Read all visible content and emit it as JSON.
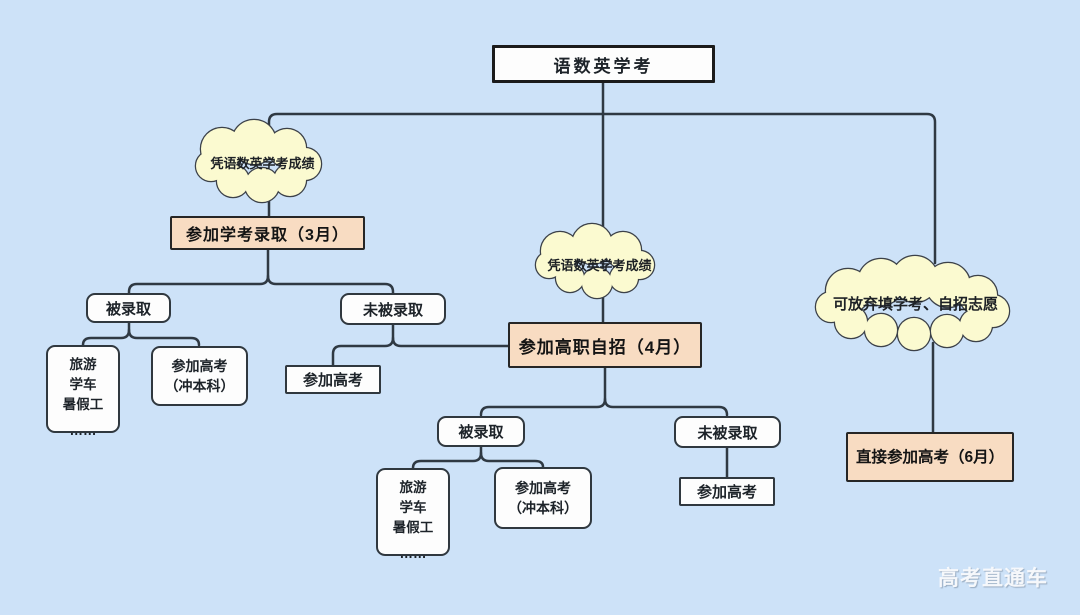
{
  "colors": {
    "background": "#cde2f8",
    "cloud_fill": "#fbfad0",
    "cloud_stroke": "#3c4149",
    "peach_fill": "#f8dcc2",
    "box_fill": "#fdfdfd",
    "line_stroke": "#2f3943",
    "text": "#1d2329"
  },
  "watermark": "高考直通车",
  "nodes": {
    "root": "语数英学考",
    "cloud_left": "凭语数英学考成绩",
    "cloud_mid": "凭语数英学考成绩",
    "cloud_right": "可放弃填学考、自招志愿",
    "march_admission": "参加学考录取（3月）",
    "april_recruitment": "参加高职自招（4月）",
    "june_gaokao": "直接参加高考（6月）",
    "admitted_1": "被录取",
    "not_admitted_1": "未被录取",
    "leisure_1": [
      "旅游",
      "学车",
      "暑假工",
      "……"
    ],
    "bachelor_1": [
      "参加高考",
      "（冲本科）"
    ],
    "gaokao_1": "参加高考",
    "admitted_2": "被录取",
    "not_admitted_2": "未被录取",
    "leisure_2": [
      "旅游",
      "学车",
      "暑假工",
      "……"
    ],
    "bachelor_2": [
      "参加高考",
      "（冲本科）"
    ],
    "gaokao_2": "参加高考"
  },
  "edges": [
    {
      "from": "root",
      "to": "cloud_left"
    },
    {
      "from": "root",
      "to": "cloud_mid"
    },
    {
      "from": "root",
      "to": "cloud_right"
    },
    {
      "from": "cloud_left",
      "to": "march_admission"
    },
    {
      "from": "march_admission",
      "to": "admitted_1"
    },
    {
      "from": "march_admission",
      "to": "not_admitted_1"
    },
    {
      "from": "admitted_1",
      "to": "leisure_1"
    },
    {
      "from": "admitted_1",
      "to": "bachelor_1"
    },
    {
      "from": "not_admitted_1",
      "to": "gaokao_1"
    },
    {
      "from": "not_admitted_1",
      "to": "april_recruitment"
    },
    {
      "from": "cloud_mid",
      "to": "april_recruitment"
    },
    {
      "from": "april_recruitment",
      "to": "admitted_2"
    },
    {
      "from": "april_recruitment",
      "to": "not_admitted_2"
    },
    {
      "from": "admitted_2",
      "to": "leisure_2"
    },
    {
      "from": "admitted_2",
      "to": "bachelor_2"
    },
    {
      "from": "not_admitted_2",
      "to": "gaokao_2"
    },
    {
      "from": "cloud_right",
      "to": "june_gaokao"
    }
  ]
}
